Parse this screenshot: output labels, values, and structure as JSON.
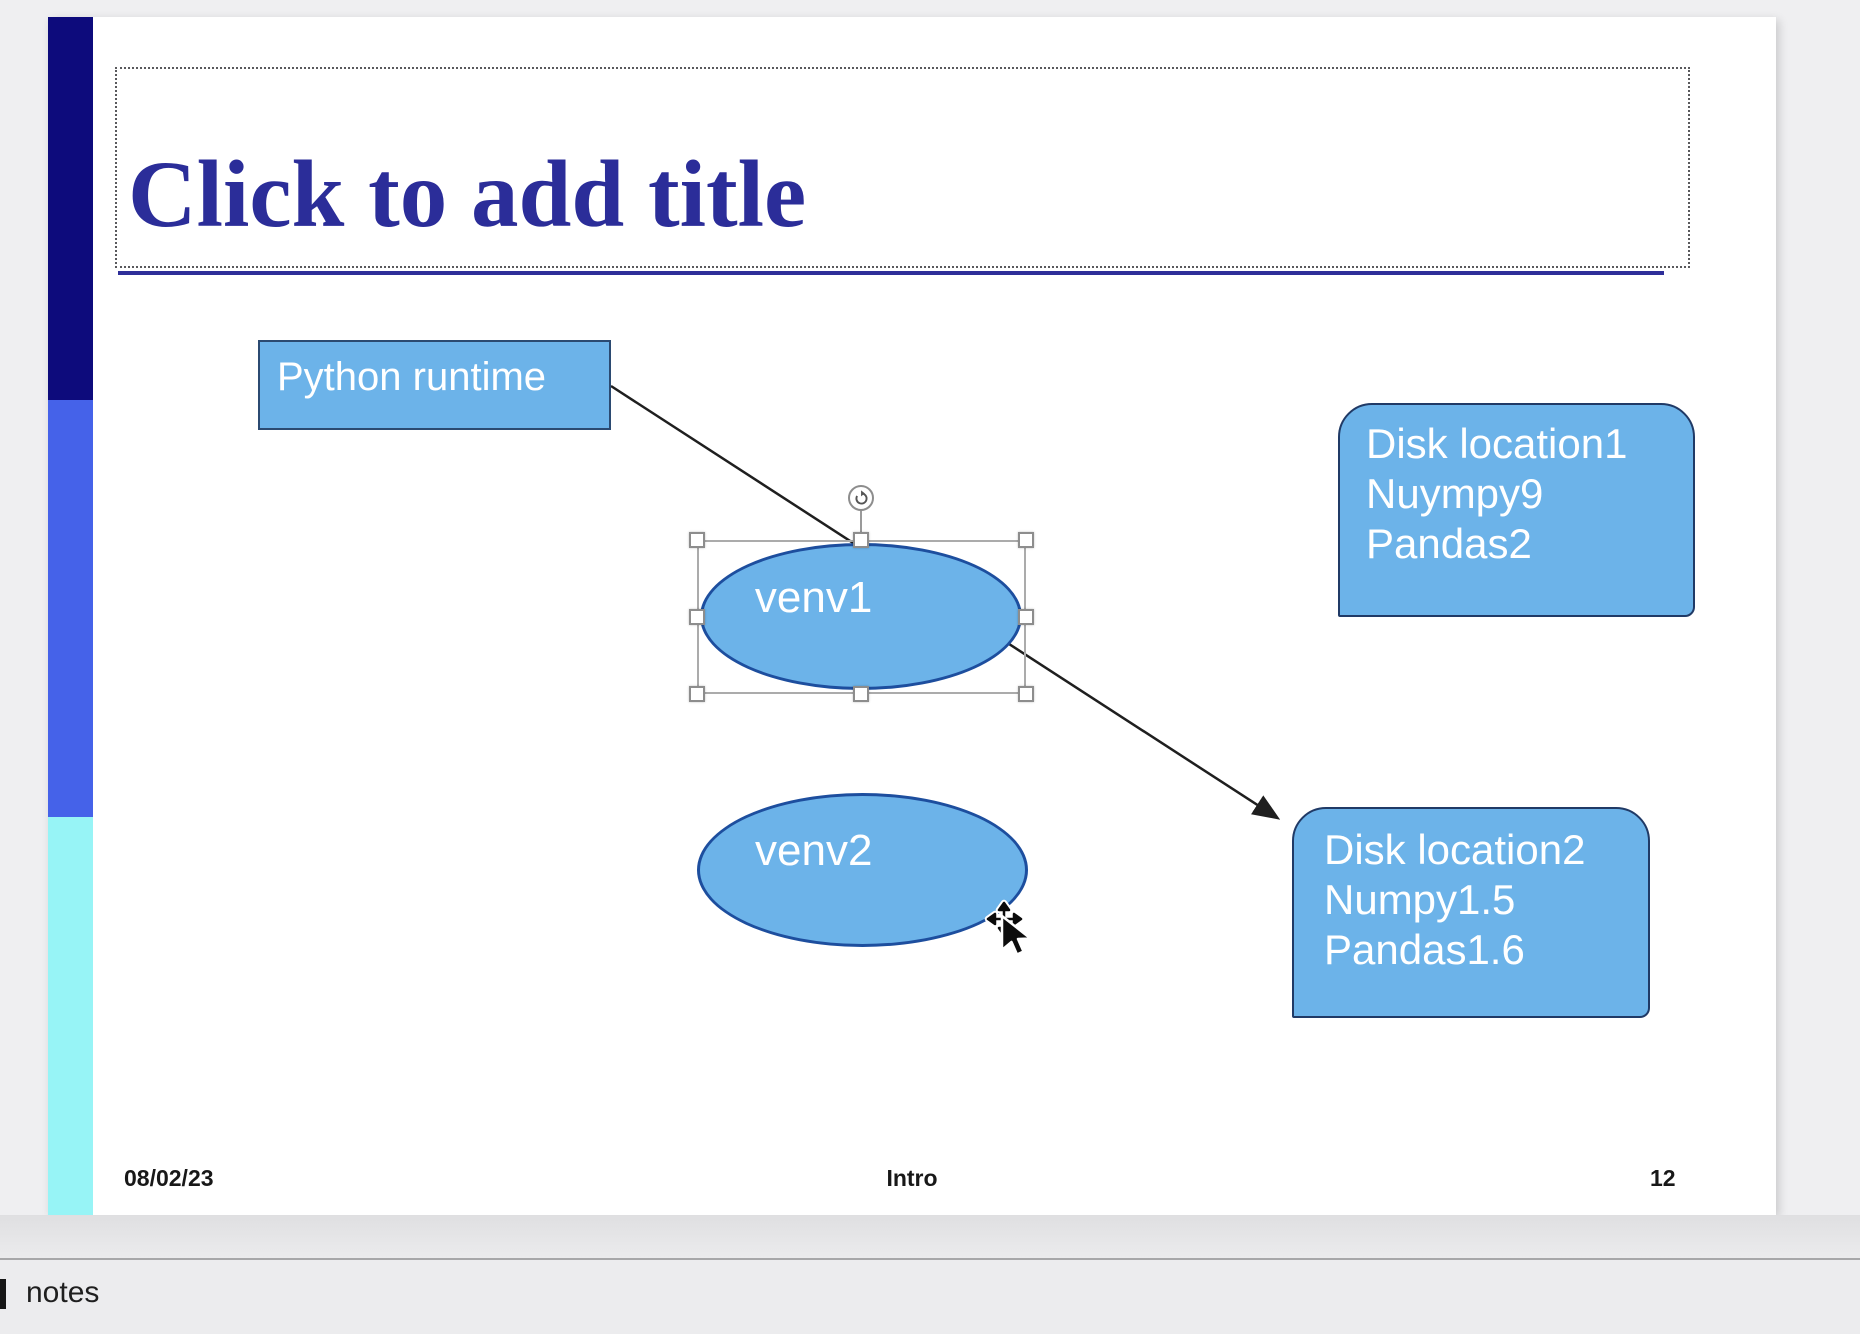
{
  "slide": {
    "title": {
      "placeholder_text": "Click to add title"
    },
    "shapes": {
      "python_runtime": {
        "label": "Python runtime"
      },
      "venv1": {
        "label": "venv1"
      },
      "venv2": {
        "label": "venv2"
      },
      "disk_location1": {
        "lines": [
          "Disk location1",
          "Nuympy9",
          "Pandas2"
        ]
      },
      "disk_location2": {
        "lines": [
          "Disk location2",
          "Numpy1.5",
          "Pandas1.6"
        ]
      }
    },
    "footer": {
      "date": "08/02/23",
      "title": "Intro",
      "page_number": "12"
    }
  },
  "notes_panel": {
    "label": "notes"
  },
  "colors": {
    "accent_dark_navy": "#0d0b7c",
    "accent_blue": "#4562e9",
    "accent_cyan": "#97f4f6",
    "shape_fill": "#6cb3e9",
    "rect_border": "#2b4a71",
    "ellipse_border": "#1d4e9e",
    "disk_border": "#203a66",
    "title_text": "#2b2d99",
    "title_underline": "#2e2e99",
    "connector": "#1f1f1f",
    "selection_handle_border": "#8d8d8d"
  }
}
